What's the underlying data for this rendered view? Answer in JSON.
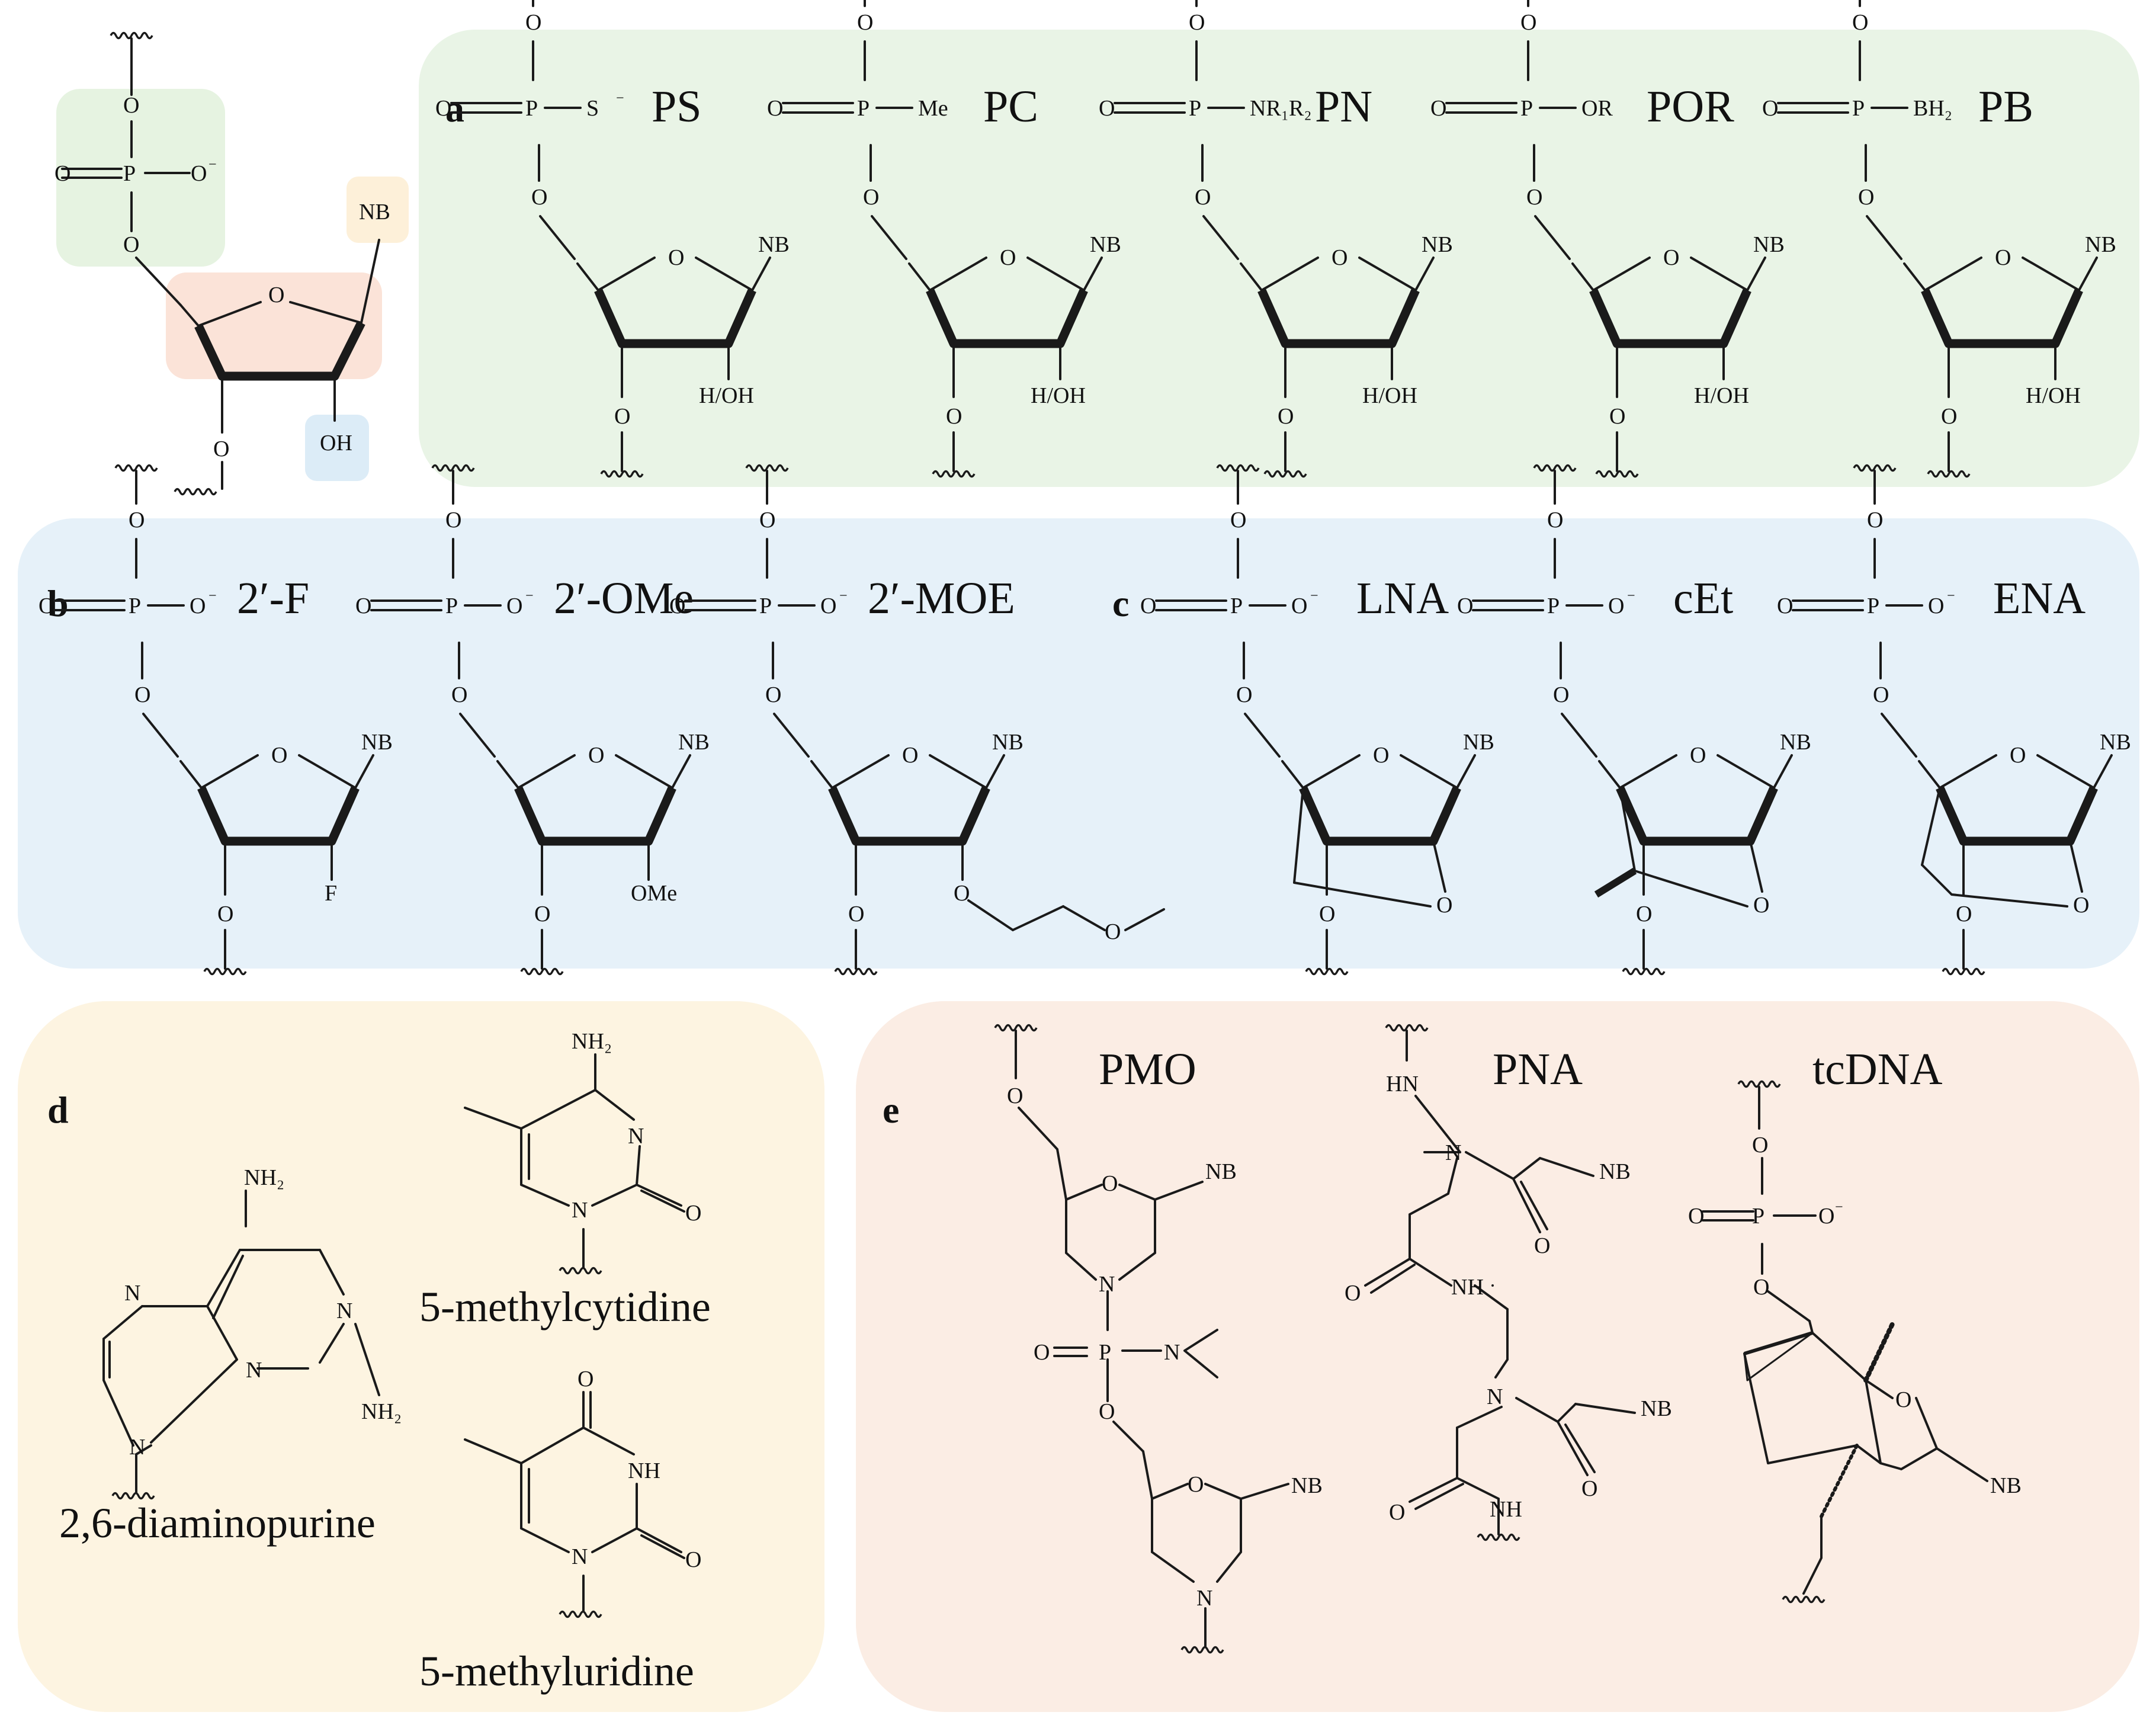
{
  "colors": {
    "panel_a": "#e9f4e6",
    "panel_bc": "#e6f1f9",
    "panel_d": "#fdf4e1",
    "panel_e": "#fbede4",
    "key_phosphate": "#e6f3e1",
    "key_sugar": "#fbe3d8",
    "key_base": "#fdf0d9",
    "key_2oh": "#dcecf7"
  },
  "key": {
    "atoms": {
      "o": "O",
      "p": "P",
      "o_minus": "O",
      "minus": "−",
      "nb": "NB",
      "oh": "OH"
    }
  },
  "panels": {
    "a": {
      "letter": "a",
      "structures": [
        {
          "label": "PS",
          "sub": "S",
          "sub_charge": "−"
        },
        {
          "label": "PC",
          "sub": "Me",
          "sub_charge": ""
        },
        {
          "label": "PN",
          "sub": "NR₁R₂",
          "sub_charge": ""
        },
        {
          "label": "POR",
          "sub": "OR",
          "sub_charge": ""
        },
        {
          "label": "PB",
          "sub": "BH₂",
          "sub_charge": ""
        }
      ],
      "two_position": "H/OH"
    },
    "b": {
      "letter": "b",
      "structures": [
        {
          "label": "2′-F",
          "two_sub": "F"
        },
        {
          "label": "2′-OMe",
          "two_sub": "OMe"
        },
        {
          "label": "2′-MOE",
          "two_sub": "O"
        }
      ]
    },
    "c": {
      "letter": "c",
      "structures": [
        {
          "label": "LNA"
        },
        {
          "label": "cEt"
        },
        {
          "label": "ENA"
        }
      ]
    },
    "d": {
      "letter": "d",
      "compounds": [
        {
          "label": "2,6-diaminopurine",
          "atoms": {
            "n1": "N",
            "n2": "N",
            "n3": "N",
            "n4": "N",
            "nh2_a": "NH₂",
            "nh2_b": "NH₂"
          }
        },
        {
          "label": "5-methylcytidine",
          "atoms": {
            "n1": "N",
            "n2": "N",
            "nh2": "NH₂",
            "o": "O"
          }
        },
        {
          "label": "5-methyluridine",
          "atoms": {
            "n1": "N",
            "nh": "NH",
            "o1": "O",
            "o2": "O"
          }
        }
      ]
    },
    "e": {
      "letter": "e",
      "structures": [
        {
          "label": "PMO",
          "atoms": {
            "o1": "O",
            "o2": "O",
            "o3": "O",
            "o4": "O",
            "n1": "N",
            "n2": "N",
            "n3": "N",
            "p": "P",
            "o_dbl": "O",
            "nb1": "NB",
            "nb2": "NB"
          }
        },
        {
          "label": "PNA",
          "atoms": {
            "hn": "HN",
            "n1": "N",
            "n2": "N",
            "nh1": "NH",
            "nh2": "NH",
            "o1": "O",
            "o2": "O",
            "o3": "O",
            "o4": "O",
            "nb1": "NB",
            "nb2": "NB"
          }
        },
        {
          "label": "tcDNA",
          "atoms": {
            "o1": "O",
            "o2": "O",
            "o3": "O",
            "o4": "O",
            "o5": "O",
            "p": "P",
            "minus": "−",
            "nb": "NB"
          }
        }
      ]
    }
  }
}
